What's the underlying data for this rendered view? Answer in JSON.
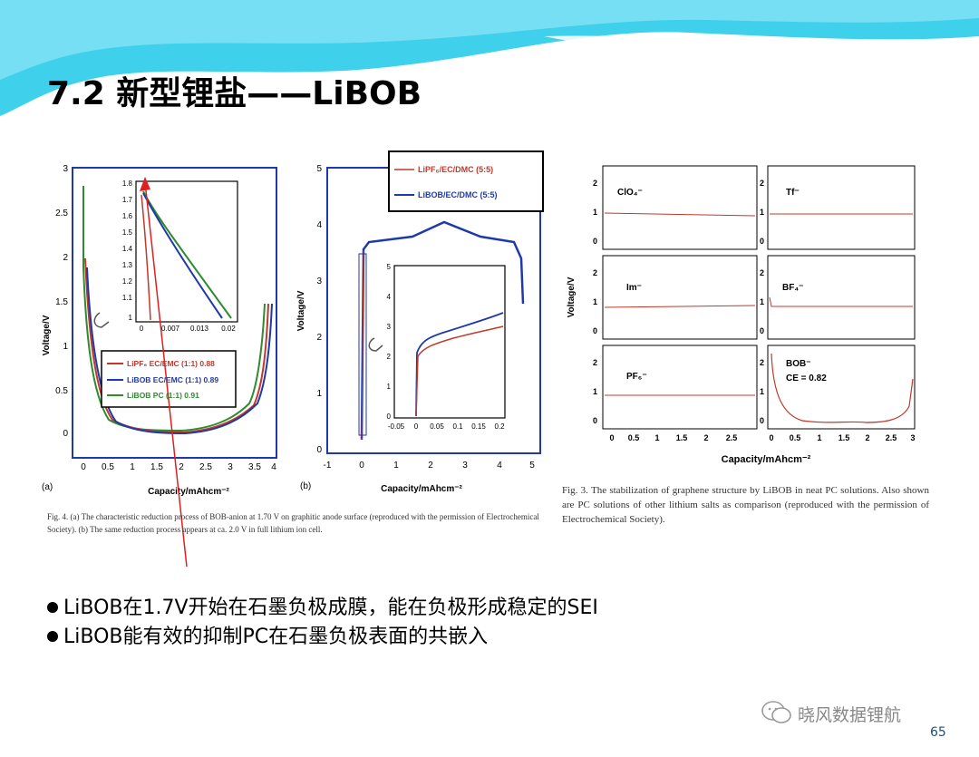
{
  "slide": {
    "title": "7.2 新型锂盐——LiBOB",
    "page_number": "65",
    "watermark": "晓风数据锂航",
    "accent_color": "#3fd0ec",
    "bullets": [
      "LiBOB在1.7V开始在石墨负极成膜，能在负极形成稳定的SEI",
      "LiBOB能有效的抑制PC在石墨负极表面的共嵌入"
    ]
  },
  "fig_a": {
    "panel_label": "(a)",
    "ylabel": "Voltage/V",
    "xlabel": "Capacity/mAhcm⁻²",
    "y_ticks": [
      "3",
      "2.5",
      "2",
      "1.5",
      "1",
      "0.5",
      "0"
    ],
    "x_ticks": [
      "0",
      "0.5",
      "1",
      "1.5",
      "2",
      "2.5",
      "3",
      "3.5",
      "4"
    ],
    "inset_y_ticks": [
      "1.8",
      "1.7",
      "1.6",
      "1.5",
      "1.4",
      "1.3",
      "1.2",
      "1.1",
      "1"
    ],
    "inset_x_ticks": [
      "0",
      "0.007",
      "0.013",
      "0.02"
    ],
    "legend": [
      {
        "label": "LiPF₆ EC/EMC (1:1) 0.88",
        "color": "#c0392b"
      },
      {
        "label": "LiBOB EC/EMC (1:1) 0.89",
        "color": "#1f3aa8"
      },
      {
        "label": "LiBOB PC (1:1) 0.91",
        "color": "#2e8b2e"
      }
    ],
    "caption": "Fig. 4. (a) The characteristic reduction process of BOB-anion at 1.70 V on graphitic anode surface (reproduced with the permission of Electrochemical Society). (b) The same reduction process appears at ca. 2.0 V in full lithium ion cell."
  },
  "fig_b": {
    "panel_label": "(b)",
    "ylabel": "Voltage/V",
    "xlabel": "Capacity/mAhcm⁻²",
    "y_ticks": [
      "5",
      "4",
      "3",
      "2",
      "1",
      "0"
    ],
    "x_ticks": [
      "-1",
      "0",
      "1",
      "2",
      "3",
      "4",
      "5"
    ],
    "inset_y_ticks": [
      "5",
      "4",
      "3",
      "2",
      "1",
      "0"
    ],
    "inset_x_ticks": [
      "-0.05",
      "0",
      "0.05",
      "0.1",
      "0.15",
      "0.2"
    ],
    "legend": [
      {
        "label": "LiPF₆/EC/DMC (5:5)",
        "color": "#c0392b"
      },
      {
        "label": "LiBOB/EC/DMC (5:5)",
        "color": "#1f3aa8"
      }
    ]
  },
  "fig_c": {
    "ylabel": "Voltage/V",
    "xlabel": "Capacity/mAhcm⁻²",
    "x_ticks": [
      "0",
      "0.5",
      "1",
      "1.5",
      "2",
      "2.5",
      "3"
    ],
    "y_ticks": [
      "2",
      "1",
      "0"
    ],
    "panels": [
      "ClO₄⁻",
      "Tf⁻",
      "Im⁻",
      "BF₄⁻",
      "PF₆⁻",
      "BOB⁻"
    ],
    "bob_note": "CE = 0.82",
    "caption": "Fig. 3. The stabilization of graphene structure by LiBOB in neat PC solutions. Also shown are PC solutions of other lithium salts as comparison (reproduced with the permission of Electrochemical Society)."
  }
}
